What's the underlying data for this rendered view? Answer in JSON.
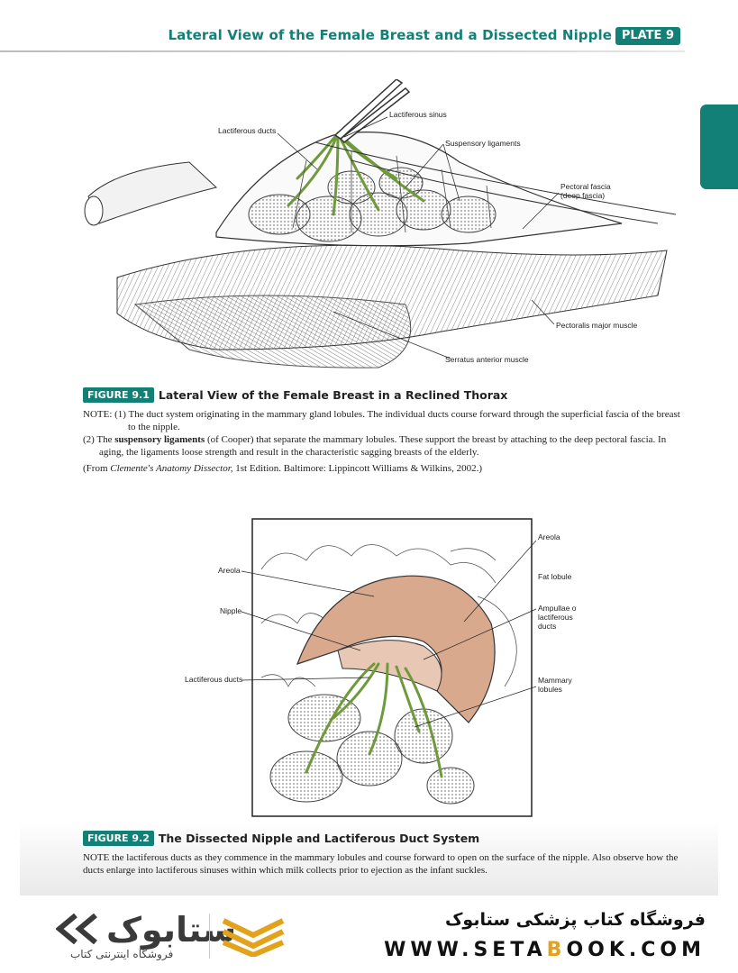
{
  "header": {
    "title": "Lateral View of the Female Breast and a Dissected Nipple",
    "plate": "PLATE 9"
  },
  "figure1": {
    "badge": "FIGURE 9.1",
    "title": "Lateral View of the Female Breast in a Reclined Thorax",
    "labels": {
      "lactiferous_ducts": "Lactiferous ducts",
      "lactiferous_sinus": "Lactiferous sinus",
      "suspensory_ligaments": "Suspensory ligaments",
      "pectoral_fascia_1": "Pectoral fascia",
      "pectoral_fascia_2": "(deep fascia)",
      "pectoralis_major": "Pectoralis major muscle",
      "serratus_anterior": "Serratus anterior muscle"
    },
    "note1_lead": "NOTE: (1)",
    "note1_text": "The duct system originating in the mammary gland lobules. The individual ducts course forward through the superficial fascia of the breast to the nipple.",
    "note2_lead": "(2)",
    "note2_pre": "The",
    "note2_bold": "suspensory ligaments",
    "note2_text": "(of Cooper) that separate the mammary lobules. These support the breast by attaching to the deep pectoral fascia. In aging, the ligaments loose strength and result in the characteristic sagging breasts of the elderly.",
    "source_pre": "(From",
    "source_italic": "Clemente's Anatomy Dissector,",
    "source_post": "1st Edition. Baltimore: Lippincott Williams & Wilkins, 2002.)"
  },
  "figure2": {
    "badge": "FIGURE 9.2",
    "title": "The Dissected Nipple and Lactiferous Duct System",
    "labels": {
      "areola_left": "Areola",
      "nipple": "Nipple",
      "lactiferous_ducts": "Lactiferous ducts",
      "areola_right": "Areola",
      "fat_lobule": "Fat lobule",
      "ampullae_1": "Ampullae of",
      "ampullae_2": "lactiferous",
      "ampullae_3": "ducts",
      "mammary_1": "Mammary",
      "mammary_2": "lobules"
    },
    "note_text": "NOTE the lactiferous ducts as they commence in the mammary lobules and course forward to open on the surface of the nipple. Also observe how the ducts enlarge into lactiferous sinuses within which milk collects prior to ejection as the infant suckles."
  },
  "footer": {
    "logo_fa": "فروشگاه اینترنتی کتاب",
    "shop_fa": "فروشگاه کتاب پزشکی ستابوک",
    "url_pre": "WWW.SETA",
    "url_hl": "B",
    "url_post": "OOK.COM"
  },
  "colors": {
    "accent": "#138078",
    "duct_green": "#6f9a3b",
    "areola": "#d9a98e",
    "logo_gold": "#e2a21b"
  }
}
